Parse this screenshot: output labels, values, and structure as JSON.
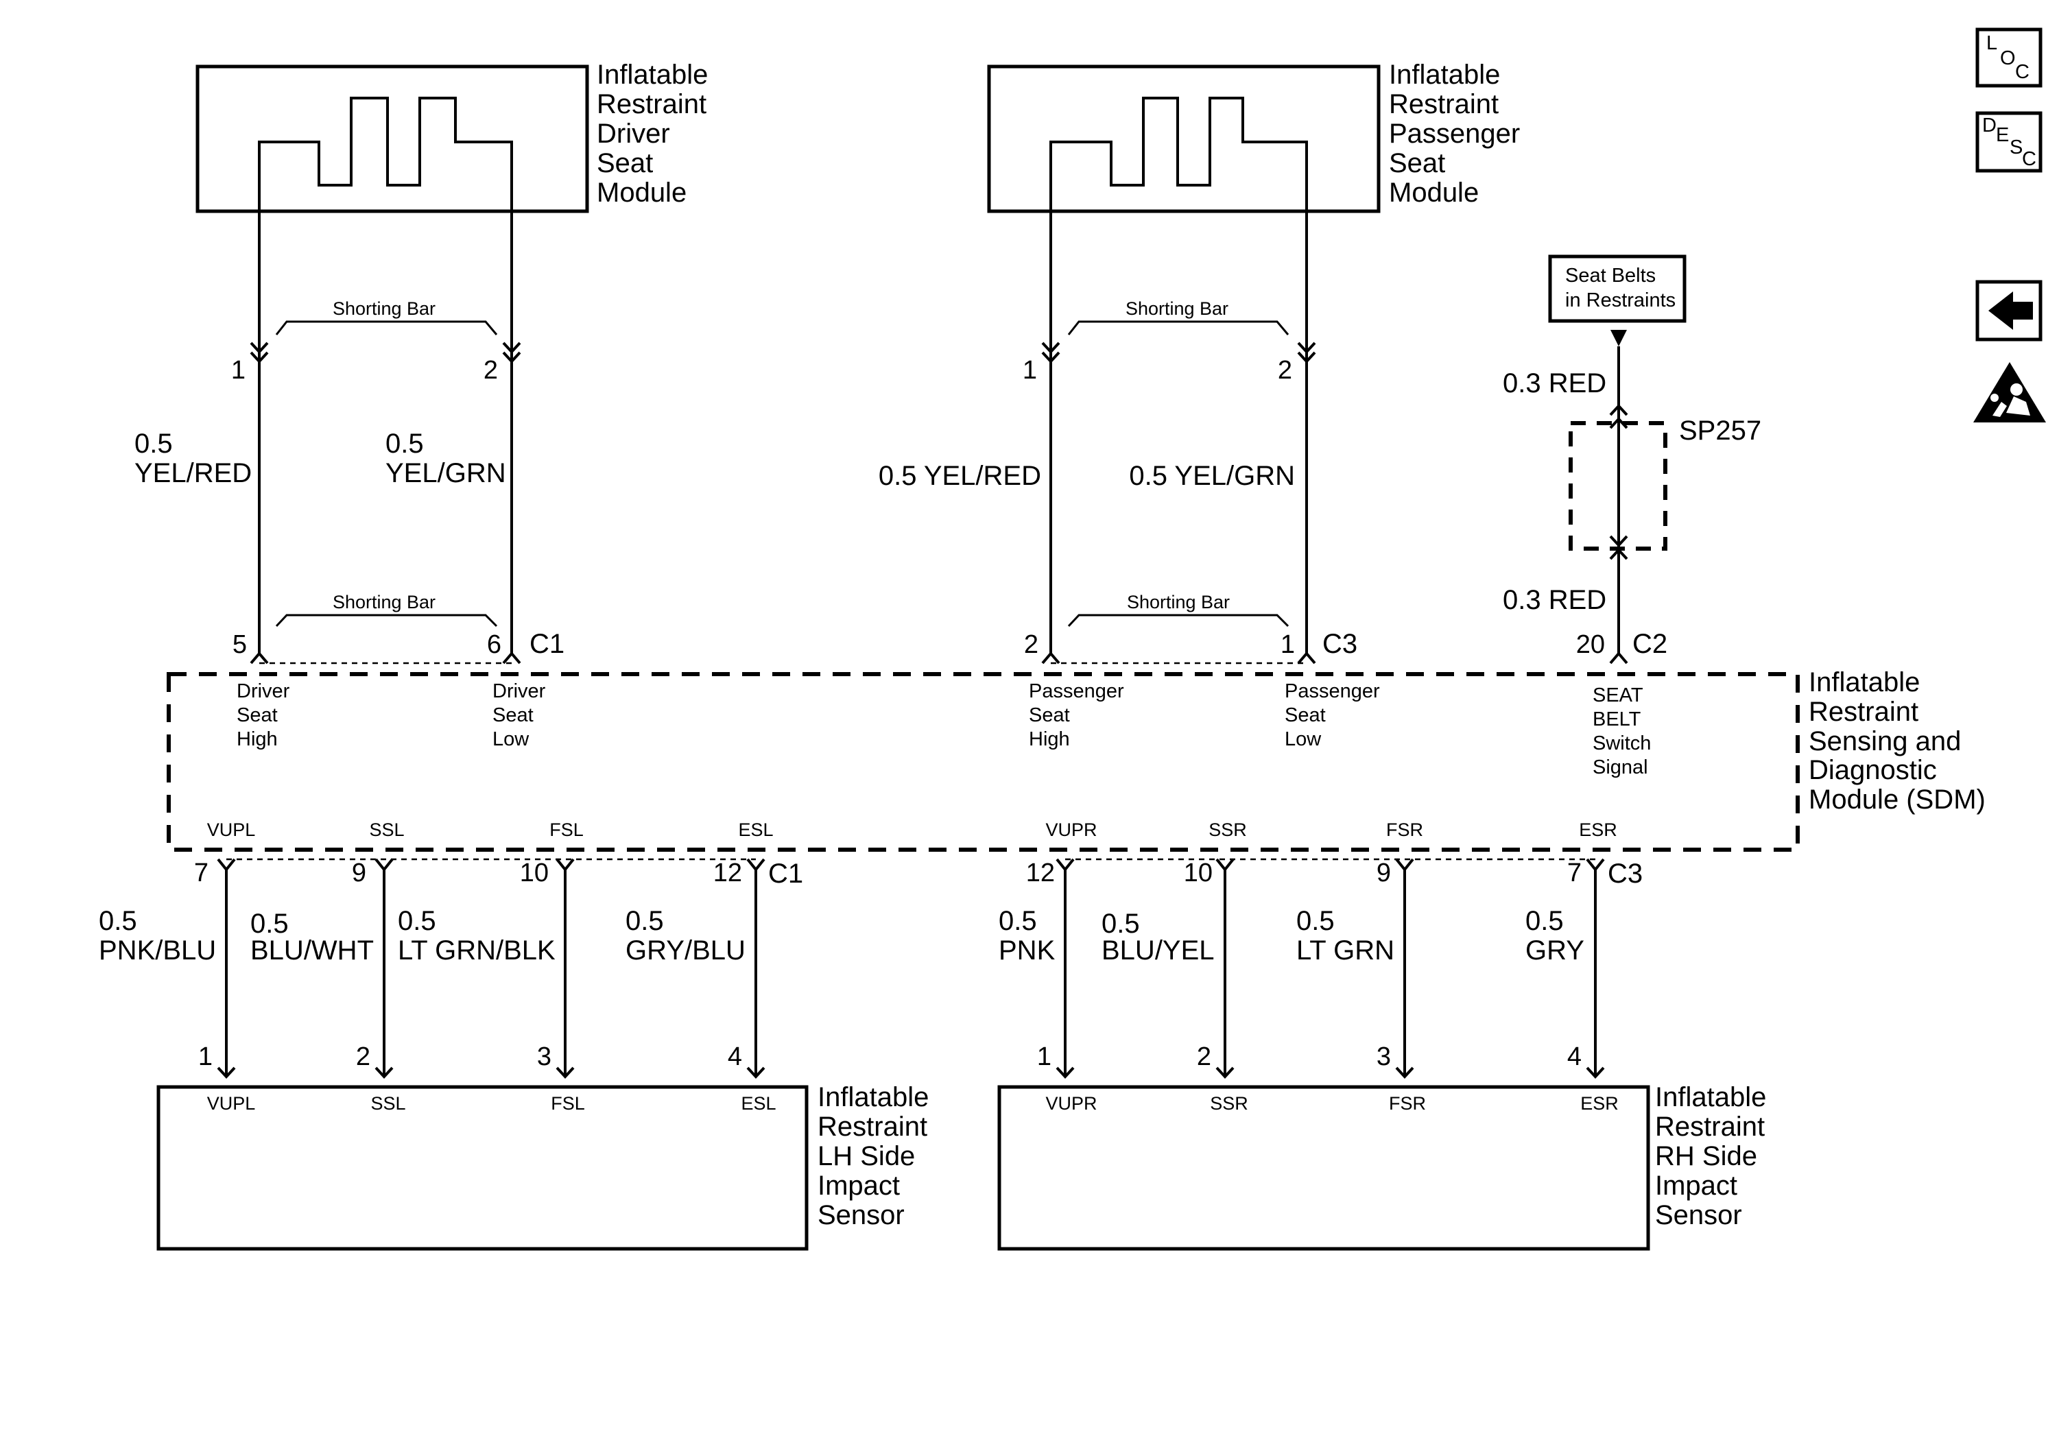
{
  "modules": {
    "driver_seat": [
      "Inflatable",
      "Restraint",
      "Driver",
      "Seat",
      "Module"
    ],
    "passenger_seat": [
      "Inflatable",
      "Restraint",
      "Passenger",
      "Seat",
      "Module"
    ],
    "sdm": [
      "Inflatable",
      "Restraint",
      "Sensing and",
      "Diagnostic",
      "Module (SDM)"
    ],
    "lh_sensor": [
      "Inflatable",
      "Restraint",
      "LH Side",
      "Impact",
      "Sensor"
    ],
    "rh_sensor": [
      "Inflatable",
      "Restraint",
      "RH Side",
      "Impact",
      "Sensor"
    ],
    "seat_belts": [
      "Seat Belts",
      "in Restraints"
    ]
  },
  "shorting_bar": "Shorting Bar",
  "splice": "SP257",
  "connectors": {
    "c1": "C1",
    "c2": "C2",
    "c3": "C3"
  },
  "wires": {
    "driver_high": [
      "0.5",
      "YEL/RED"
    ],
    "driver_low": [
      "0.5",
      "YEL/GRN"
    ],
    "pass_high": "0.5 YEL/RED",
    "pass_low": "0.5 YEL/GRN",
    "belt_top": "0.3 RED",
    "belt_bottom": "0.3 RED",
    "vupl": [
      "0.5",
      "PNK/BLU"
    ],
    "ssl": [
      "0.5",
      "BLU/WHT"
    ],
    "fsl": [
      "0.5",
      "LT GRN/BLK"
    ],
    "esl": [
      "0.5",
      "GRY/BLU"
    ],
    "vupr": [
      "0.5",
      "PNK"
    ],
    "ssr": [
      "0.5",
      "BLU/YEL"
    ],
    "fsr": [
      "0.5",
      "LT GRN"
    ],
    "esr": [
      "0.5",
      "GRY"
    ]
  },
  "pins": {
    "driver_module_high": "1",
    "driver_module_low": "2",
    "pass_module_high": "1",
    "pass_module_low": "2",
    "sdm_driver_high": "5",
    "sdm_driver_low": "6",
    "sdm_pass_high": "2",
    "sdm_pass_low": "1",
    "sdm_belt": "20",
    "sdm_vupl": "7",
    "sdm_ssl": "9",
    "sdm_fsl": "10",
    "sdm_esl": "12",
    "sdm_vupr": "12",
    "sdm_ssr": "10",
    "sdm_fsr": "9",
    "sdm_esr": "7",
    "lh_1": "1",
    "lh_2": "2",
    "lh_3": "3",
    "lh_4": "4",
    "rh_1": "1",
    "rh_2": "2",
    "rh_3": "3",
    "rh_4": "4"
  },
  "sdm_inputs": {
    "driver_high": [
      "Driver",
      "Seat",
      "High"
    ],
    "driver_low": [
      "Driver",
      "Seat",
      "Low"
    ],
    "pass_high": [
      "Passenger",
      "Seat",
      "High"
    ],
    "pass_low": [
      "Passenger",
      "Seat",
      "Low"
    ],
    "belt": [
      "SEAT",
      "BELT",
      "Switch",
      "Signal"
    ]
  },
  "circuits": {
    "vupl": "VUPL",
    "ssl": "SSL",
    "fsl": "FSL",
    "esl": "ESL",
    "vupr": "VUPR",
    "ssr": "SSR",
    "fsr": "FSR",
    "esr": "ESR"
  },
  "nav": {
    "loc": [
      "L",
      "O",
      "C"
    ],
    "desc": [
      "D",
      "E",
      "S",
      "C"
    ],
    "back_icon": "left-arrow-icon",
    "airbag_icon": "airbag-warning-icon"
  }
}
